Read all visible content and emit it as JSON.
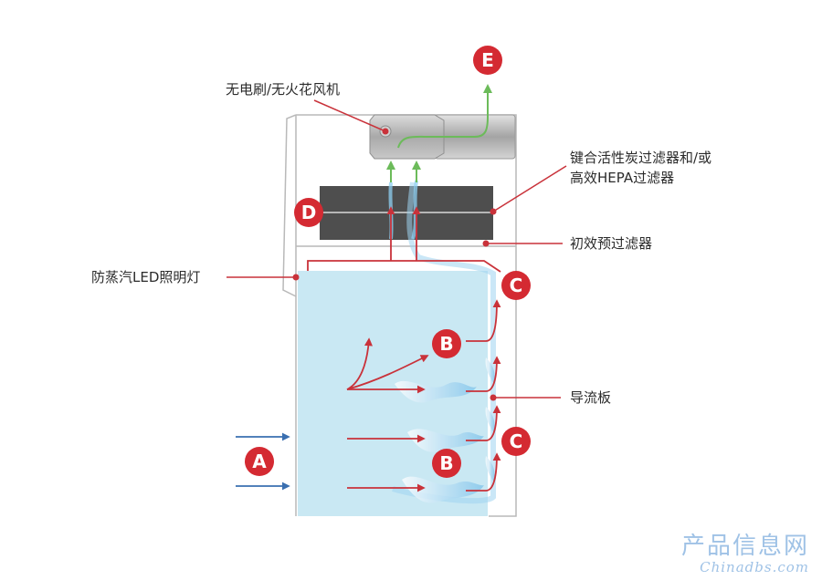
{
  "labels": {
    "fan": "无电刷/无火花风机",
    "carbon_filter_line1": "键合活性炭过滤器和/或",
    "carbon_filter_line2": "高效HEPA过滤器",
    "prefilter": "初效预过滤器",
    "light": "防蒸汽LED照明灯",
    "baffle": "导流板"
  },
  "markers": {
    "a": "A",
    "b_upper": "B",
    "b_lower": "B",
    "c_upper": "C",
    "c_lower": "C",
    "d": "D",
    "e": "E"
  },
  "watermark": {
    "cn": "产品信息网",
    "en": "Chinadbs.com"
  },
  "colors": {
    "marker": "#d42a32",
    "flow_red": "#c9323a",
    "intake_blue": "#3a6fb0",
    "exhaust_green": "#6cbb5a",
    "chamber": "#c9e8f3",
    "filter": "#4e4e4e",
    "cabinet_line": "#b9b9b9"
  }
}
